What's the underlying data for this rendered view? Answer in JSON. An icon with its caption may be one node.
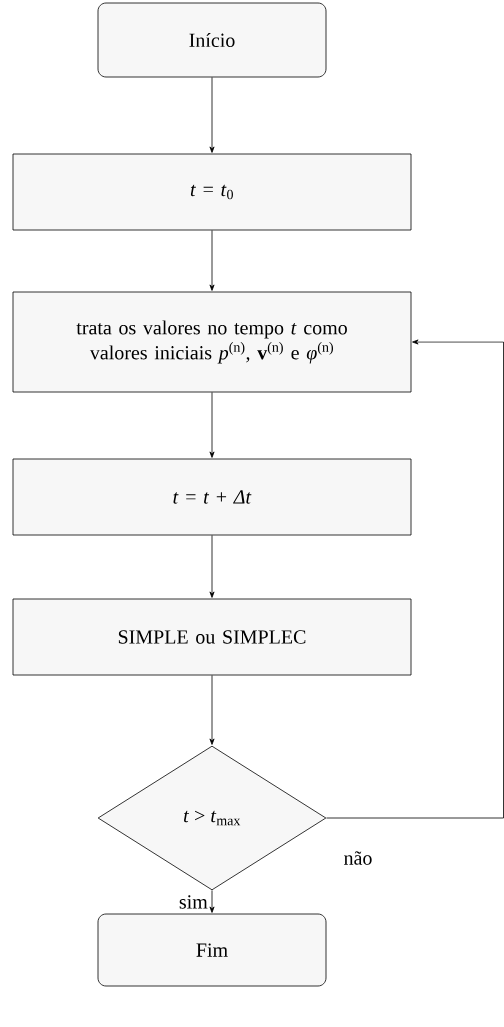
{
  "diagram": {
    "nodes": [
      {
        "text": [
          "Início"
        ]
      },
      {
        "text": [
          "*t*  =  *t*$_{0}$"
        ]
      },
      {
        "text": [
          "trata os valores no tempo *t* como valores iniciais *p*$^{(n)}$, **v**$^{(n)}$ e *φ*$^{(n)}$"
        ]
      },
      {
        "text": [
          "*t*  =  *t* + *Δt*"
        ]
      },
      {
        "text": [
          "SIMPLE ou SIMPLEC"
        ]
      },
      {
        "text": [
          "*t* > *t*$_{max}$"
        ]
      },
      {
        "text": [
          "Fim"
        ]
      }
    ],
    "edges": [
      {
        "from": 0,
        "to": 1,
        "arrow": "to"
      },
      {
        "from": 1,
        "to": 2,
        "arrow": "to"
      },
      {
        "from": 2,
        "to": 3,
        "arrow": "to"
      },
      {
        "from": 3,
        "to": 4,
        "arrow": "to"
      },
      {
        "from": 4,
        "to": 5,
        "arrow": "to"
      },
      {
        "from": 5,
        "to": 6,
        "arrow": "to",
        "label": "sim"
      },
      {
        "from": 5,
        "to": 2,
        "arrow": "to",
        "label": "não"
      }
    ]
  }
}
